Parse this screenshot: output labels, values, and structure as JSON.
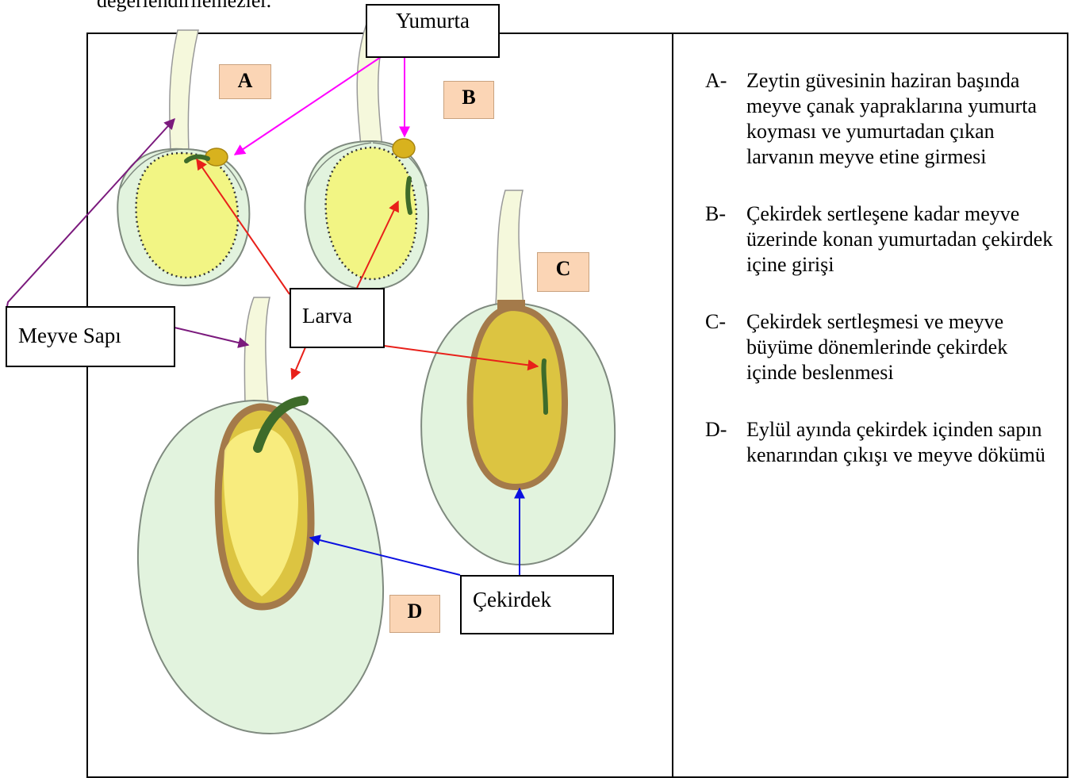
{
  "header": {
    "text": "değerlendirilemezler."
  },
  "callouts": {
    "egg": "Yumurta",
    "larva": "Larva",
    "stalk": "Meyve Sapı",
    "pit": "Çekirdek"
  },
  "stage_tags": [
    "A",
    "B",
    "C",
    "D"
  ],
  "legend": [
    {
      "key": "A-",
      "text": "Zeytin güvesinin haziran başında meyve çanak yapraklarına yumurta koyması ve yumurtadan çıkan larvanın meyve etine girmesi"
    },
    {
      "key": "B-",
      "text": "Çekirdek sertleşene kadar meyve üzerinde konan yumurtadan çekirdek içine girişi"
    },
    {
      "key": "C-",
      "text": "Çekirdek sertleşmesi ve meyve büyüme dönemlerinde çekirdek içinde beslenmesi"
    },
    {
      "key": "D-",
      "text": "Eylül ayında çekirdek içinden sapın kenarından çıkışı ve meyve dökümü"
    }
  ],
  "colors": {
    "egg_arrow": "#ff00ff",
    "larva_arrow": "#e8201a",
    "stalk_arrow": "#7b1a7d",
    "pit_arrow": "#0a10e0",
    "fruit_flesh": "#e2f3de",
    "young_fruit_core": "#f2f584",
    "pit_fill": "#dcc441",
    "pit_shell": "#a47a4a",
    "stalk": "#f5f8dc",
    "larva": "#3e6b2a",
    "egg": "#d8b21e",
    "tag_fill": "#fbd5b5"
  }
}
